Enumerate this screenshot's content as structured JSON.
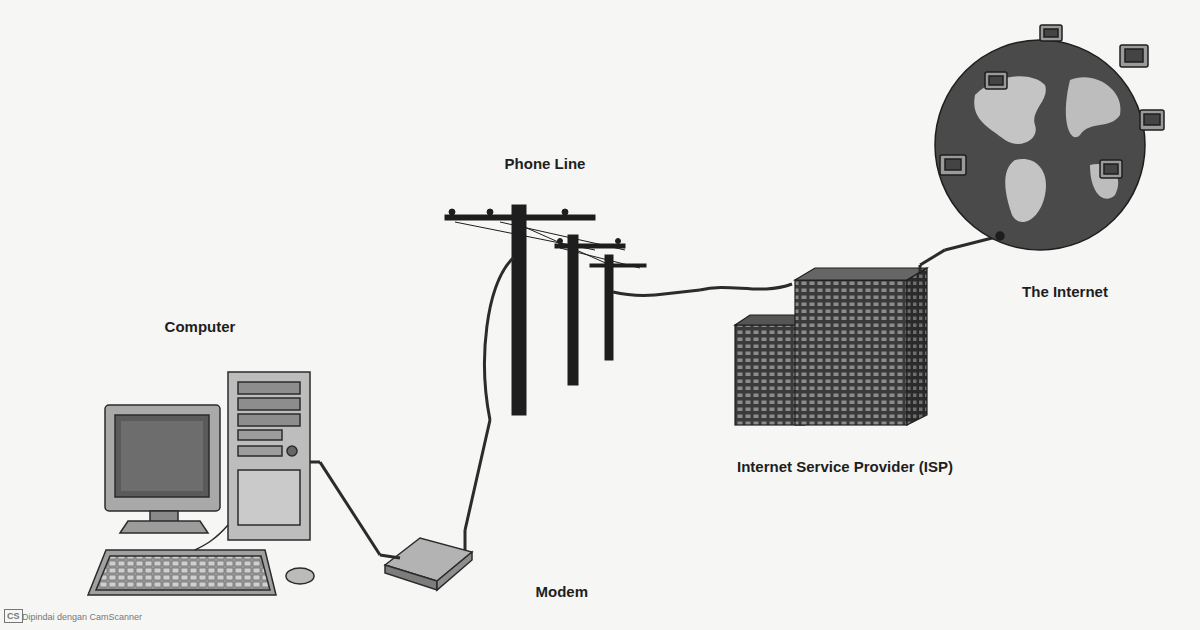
{
  "diagram": {
    "nodes": [
      {
        "text": [
          "Computer"
        ]
      },
      {
        "text": [
          "Modem"
        ]
      },
      {
        "text": [
          "Phone Line"
        ]
      },
      {
        "text": [
          "Internet Service Provider (ISP)"
        ]
      },
      {
        "text": [
          "The Internet"
        ]
      }
    ],
    "edges": [
      {
        "from": 0,
        "to": 1,
        "arrow": "none"
      },
      {
        "from": 1,
        "to": 2,
        "arrow": "none"
      },
      {
        "from": 2,
        "to": 3,
        "arrow": "none"
      },
      {
        "from": 3,
        "to": 4,
        "arrow": "none"
      }
    ],
    "labels": [
      "CS",
      "Dipindai dengan CamScanner"
    ]
  }
}
